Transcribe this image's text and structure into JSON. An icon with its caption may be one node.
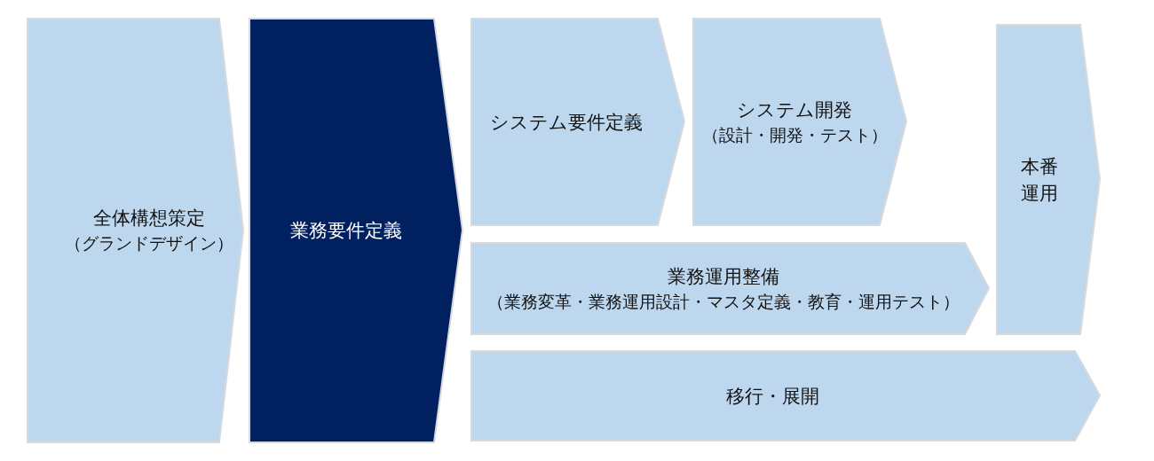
{
  "diagram": {
    "nodes": [
      {
        "text": [
          "全体構想策定",
          "（グランドデザイン）"
        ]
      },
      {
        "text": [
          "業務要件定義"
        ]
      },
      {
        "text": [
          "システム要件定義"
        ]
      },
      {
        "text": [
          "システム開発",
          "（設計・開発・テスト）"
        ]
      },
      {
        "text": [
          "業務運用整備",
          "（業務変革・業務運用設計・マスタ定義・教育・運用テスト）"
        ]
      },
      {
        "text": [
          "本番運用"
        ]
      },
      {
        "text": [
          "移行・展開"
        ]
      }
    ]
  }
}
